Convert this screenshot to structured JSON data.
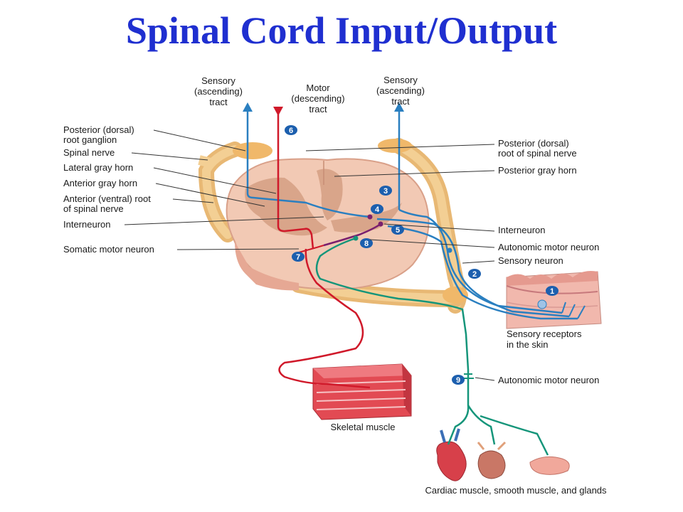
{
  "title": "Spinal Cord Input/Output",
  "tracts": {
    "sensory_left": [
      "Sensory",
      "(ascending)",
      "tract"
    ],
    "motor": [
      "Motor",
      "(descending)",
      "tract"
    ],
    "sensory_right": [
      "Sensory",
      "(ascending)",
      "tract"
    ]
  },
  "left_labels": [
    "Posterior (dorsal)",
    "root ganglion",
    "Spinal nerve",
    "Lateral gray horn",
    "Anterior gray horn",
    "Anterior (ventral) root",
    "of spinal nerve",
    "Interneuron",
    "Somatic motor neuron"
  ],
  "right_labels": [
    "Posterior (dorsal)",
    "root of spinal nerve",
    "Posterior gray horn",
    "Interneuron",
    "Autonomic motor neuron",
    "Sensory neuron"
  ],
  "skin_label": [
    "Sensory receptors",
    "in the skin"
  ],
  "autonomic_label": "Autonomic motor neuron",
  "skeletal_label": "Skeletal muscle",
  "effectors_label": "Cardiac muscle, smooth muscle, and glands",
  "markers": [
    "1",
    "2",
    "3",
    "4",
    "5",
    "6",
    "7",
    "8",
    "9"
  ],
  "colors": {
    "title": "#1f2fd0",
    "sensory": "#2a7fc0",
    "motor": "#d0192a",
    "autonomic": "#15957a",
    "interneuron": "#7a1f6e",
    "marker": "#1c5fae"
  }
}
